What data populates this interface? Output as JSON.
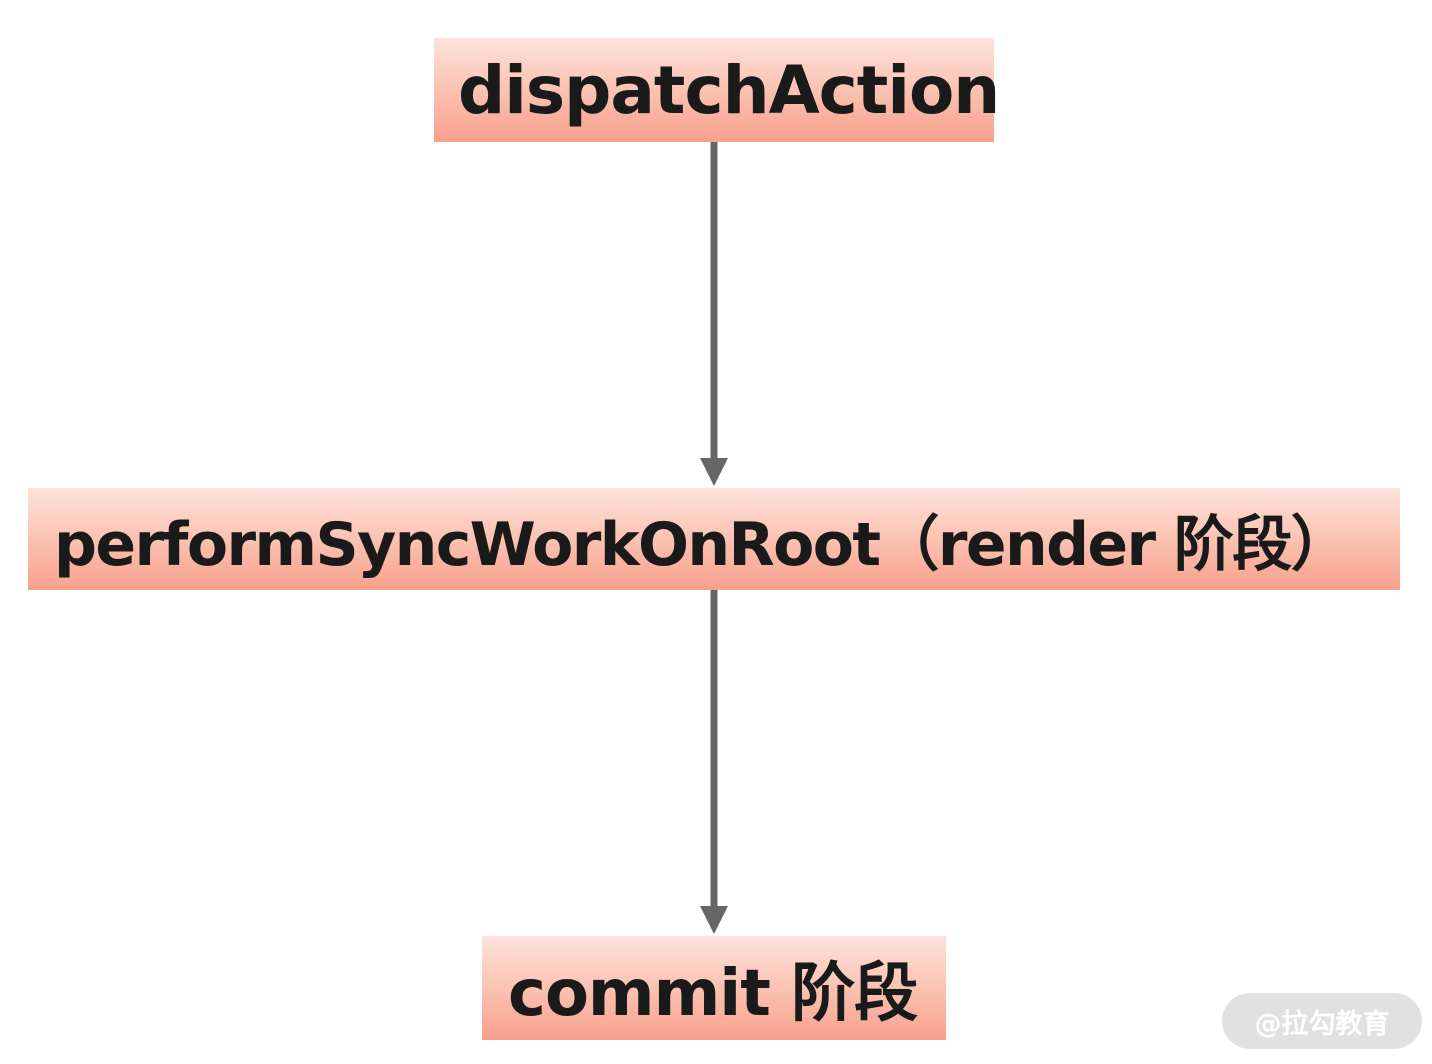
{
  "nodes": {
    "dispatch": "dispatchAction",
    "perform": "performSyncWorkOnRoot（render 阶段）",
    "commit": "commit 阶段"
  },
  "edges": [
    {
      "from": "dispatchAction",
      "to": "performSyncWorkOnRoot（render 阶段）"
    },
    {
      "from": "performSyncWorkOnRoot（render 阶段）",
      "to": "commit 阶段"
    }
  ],
  "colors": {
    "node_top": "#fde3db",
    "node_bottom": "#f7a08b",
    "arrow": "#666666"
  },
  "watermark": "@拉勾教育"
}
